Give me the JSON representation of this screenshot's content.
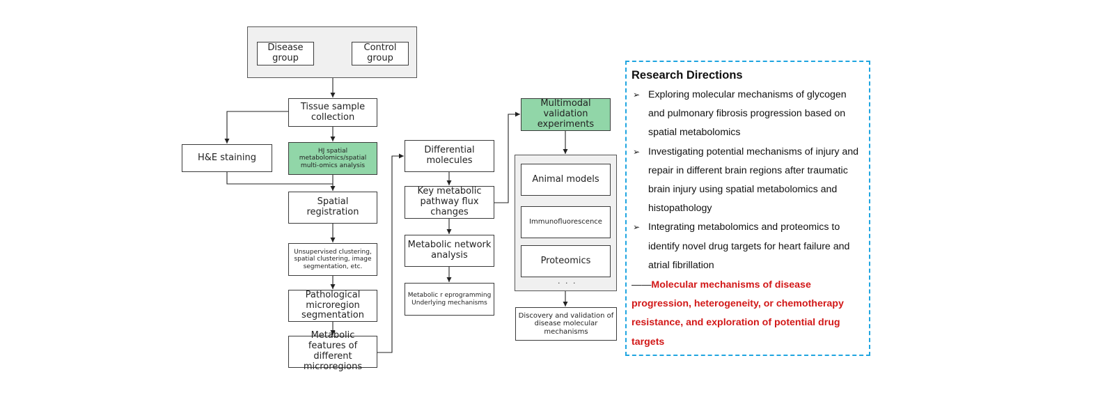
{
  "flow": {
    "groups": {
      "disease": "Disease group",
      "control": "Control group"
    },
    "tissue": "Tissue sample collection",
    "he": "H&E staining",
    "hj": "HJ spatial metabolomics/spatial multi-omics analysis",
    "registration": "Spatial registration",
    "clustering": "Unsupervised clustering, spatial clustering, image segmentation, etc.",
    "pathological": "Pathological microregion segmentation",
    "features": "Metabolic features of different microregions",
    "differential": "Differential molecules",
    "flux": "Key metabolic pathway flux changes",
    "network": "Metabolic network analysis",
    "reprogramming": "Metabolic r eprogramming Underlying mechanisms",
    "multimodal": "Multimodal validation experiments",
    "animal": "Animal models",
    "immuno": "Immunofluorescence",
    "proteomics": "Proteomics",
    "ellipsis": "· · ·",
    "discovery": "Discovery and validation of disease molecular mechanisms"
  },
  "directions": {
    "title": "Research Directions",
    "bullet_icon": "arrowhead-bullet",
    "items": [
      "Exploring molecular mechanisms of glycogen and pulmonary fibrosis progression based on spatial metabolomics",
      "Investigating potential mechanisms of injury and repair in different brain regions after traumatic brain injury using spatial metabolomics and histopathology",
      "Integrating metabolomics and proteomics to identify novel drug targets for heart failure and atrial fibrillation"
    ],
    "conclusion_prefix": "——",
    "conclusion": "Molecular mechanisms of disease progression, heterogeneity, or chemotherapy resistance, and exploration of potential drug targets"
  },
  "colors": {
    "green": "#91d6a8",
    "border_blue": "#1fa5e0",
    "highlight_red": "#d21818"
  }
}
